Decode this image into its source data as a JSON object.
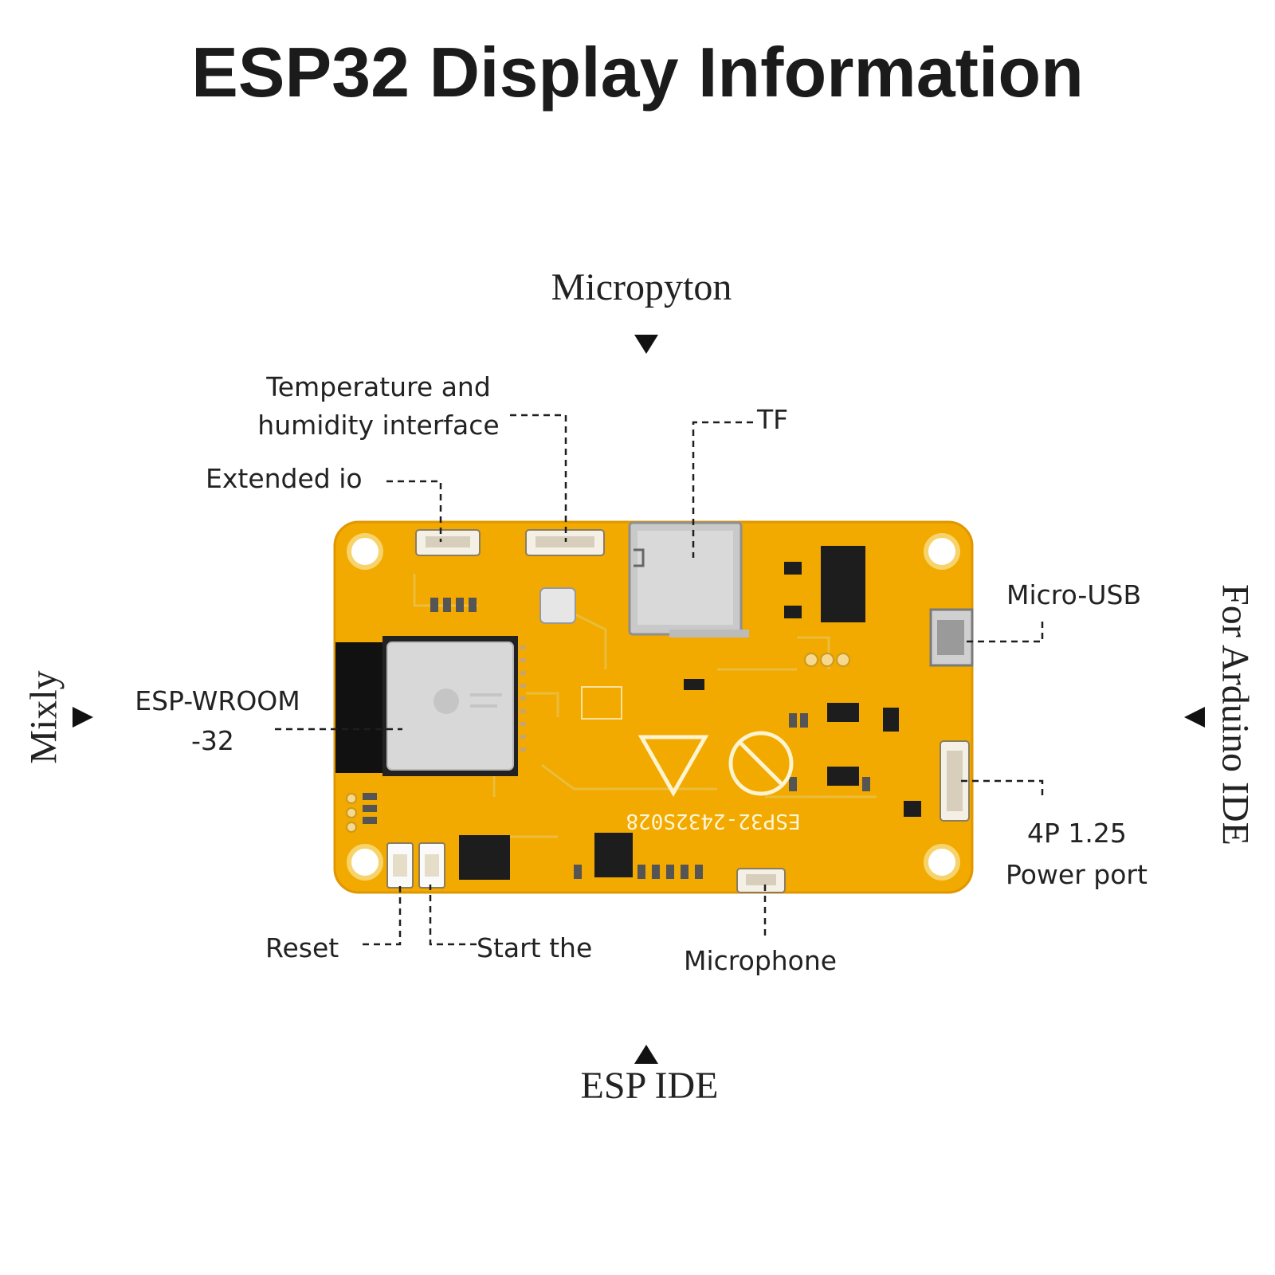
{
  "title": "ESP32 Display Information",
  "ide_labels": {
    "top": "Micropyton",
    "bottom": "ESP IDE",
    "left": "Mixly",
    "right": "For Arduino IDE"
  },
  "callouts": {
    "temp_line1": "Temperature and",
    "temp_line2": "humidity interface",
    "tf": "TF",
    "extended_io": "Extended io",
    "micro_usb": "Micro-USB",
    "esp_line1": "ESP-WROOM",
    "esp_line2": "-32",
    "power_line1": "4P 1.25",
    "power_line2": "Power port",
    "reset": "Reset",
    "start": "Start the",
    "microphone": "Microphone"
  },
  "board": {
    "silkscreen": "ESP32-2432S028",
    "pcb_color": "#f2a900",
    "module_color": "#d8d8d8"
  }
}
